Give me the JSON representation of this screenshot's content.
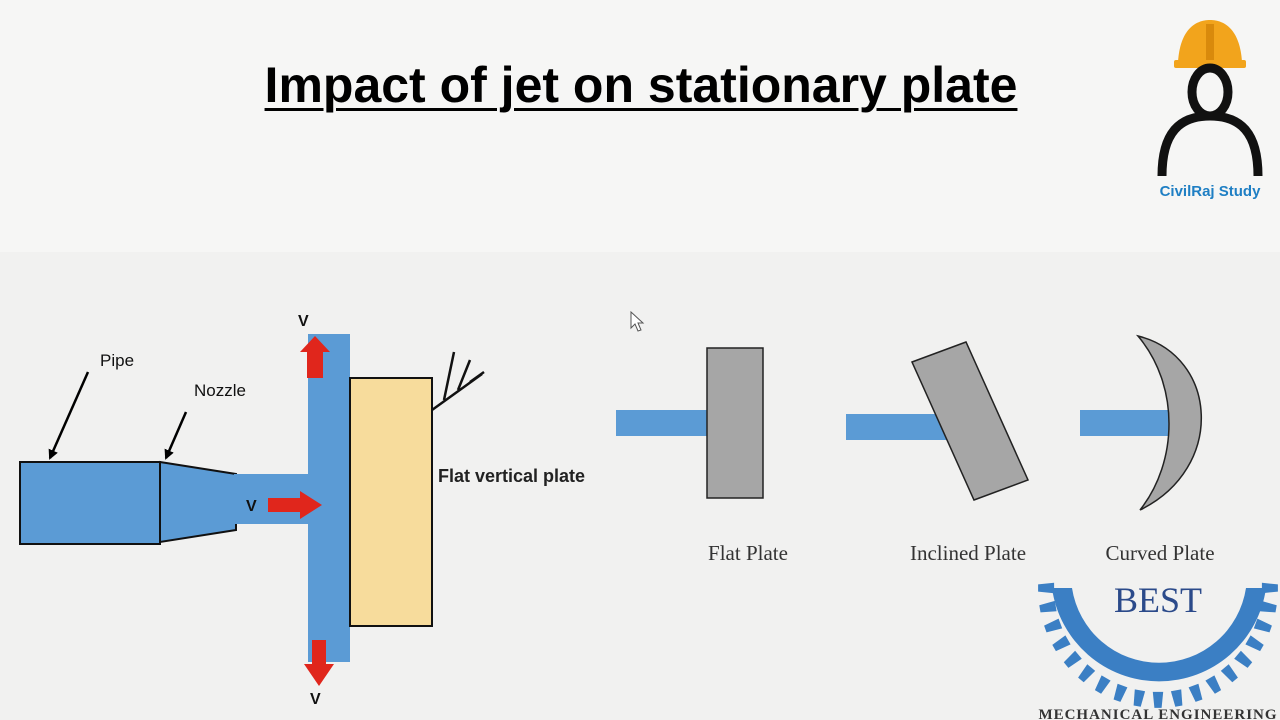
{
  "title": "Impact of jet on stationary plate",
  "logo_top": {
    "text": "CivilRaj Study",
    "helmet_color": "#f2a41c",
    "text_color": "#1f7fc4"
  },
  "diagram_main": {
    "pipe_label": "Pipe",
    "nozzle_label": "Nozzle",
    "plate_label": "Flat vertical plate",
    "velocity_top": "V",
    "velocity_mid": "V",
    "velocity_bottom": "V",
    "jet_color": "#5b9bd5",
    "plate_color": "#f7dc9c",
    "arrow_color": "#e0261c"
  },
  "plate_types": [
    {
      "label": "Flat Plate"
    },
    {
      "label": "Inclined Plate"
    },
    {
      "label": "Curved Plate"
    }
  ],
  "plate_gray": "#a6a6a6",
  "logo_bottom": {
    "text": "BEST",
    "subtext": "MECHANICAL ENGINEERING",
    "gear_color": "#3b7fc4",
    "text_color": "#2b4a8a"
  }
}
